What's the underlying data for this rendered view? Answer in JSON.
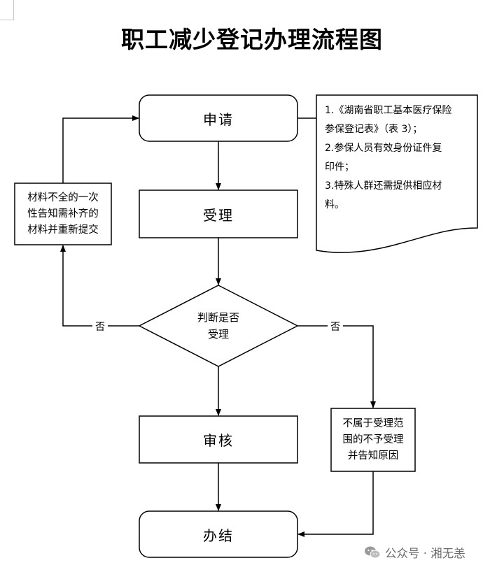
{
  "title": "职工减少登记办理流程图",
  "nodes": {
    "apply": "申请",
    "accept": "受理",
    "decision_line1": "判断是否",
    "decision_line2": "受理",
    "review": "审核",
    "complete": "办结",
    "incomplete_line1": "材料不全的一次",
    "incomplete_line2": "性告知需补齐的",
    "incomplete_line3": "材料并重新提交",
    "out_of_scope_line1": "不属于受理范",
    "out_of_scope_line2": "围的不予受理",
    "out_of_scope_line3": "并告知原因"
  },
  "note": {
    "line1": "1.《湖南省职工基本医疗保险",
    "line2": "参保登记表》（表 3）；",
    "line3": "2.参保人员有效身份证件复",
    "line4": "印件；",
    "line5": "3.特殊人群还需提供相应材",
    "line6": "料。"
  },
  "edge_labels": {
    "no_left": "否",
    "no_right": "否"
  },
  "watermark": {
    "text": "公众号 · 湘无恙",
    "icon": "wechat-icon"
  }
}
